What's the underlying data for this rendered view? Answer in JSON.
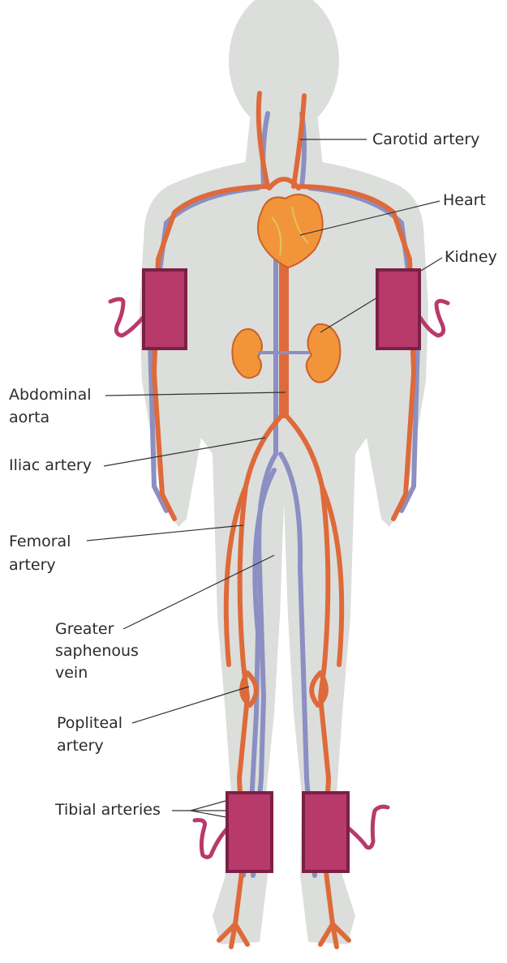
{
  "labels": {
    "carotid_artery": "Carotid artery",
    "heart": "Heart",
    "kidney": "Kidney",
    "abdominal_aorta_line1": "Abdominal",
    "abdominal_aorta_line2": "aorta",
    "iliac_artery": "Iliac artery",
    "femoral_artery_line1": "Femoral",
    "femoral_artery_line2": "artery",
    "greater_saphenous_line1": "Greater",
    "greater_saphenous_line2": "saphenous",
    "greater_saphenous_line3": "vein",
    "popliteal_artery_line1": "Popliteal",
    "popliteal_artery_line2": "artery",
    "tibial_arteries": "Tibial arteries"
  },
  "colors": {
    "body_silhouette": "#dcdedb",
    "artery": "#de6a3a",
    "vein": "#8b8fc2",
    "organ": "#f2953a",
    "cuff_fill": "#b83a6a",
    "cuff_border": "#7c1f46",
    "label_text": "#2b2b2b"
  },
  "cuffs": [
    "left-arm-cuff",
    "right-arm-cuff",
    "left-ankle-cuff",
    "right-ankle-cuff"
  ]
}
